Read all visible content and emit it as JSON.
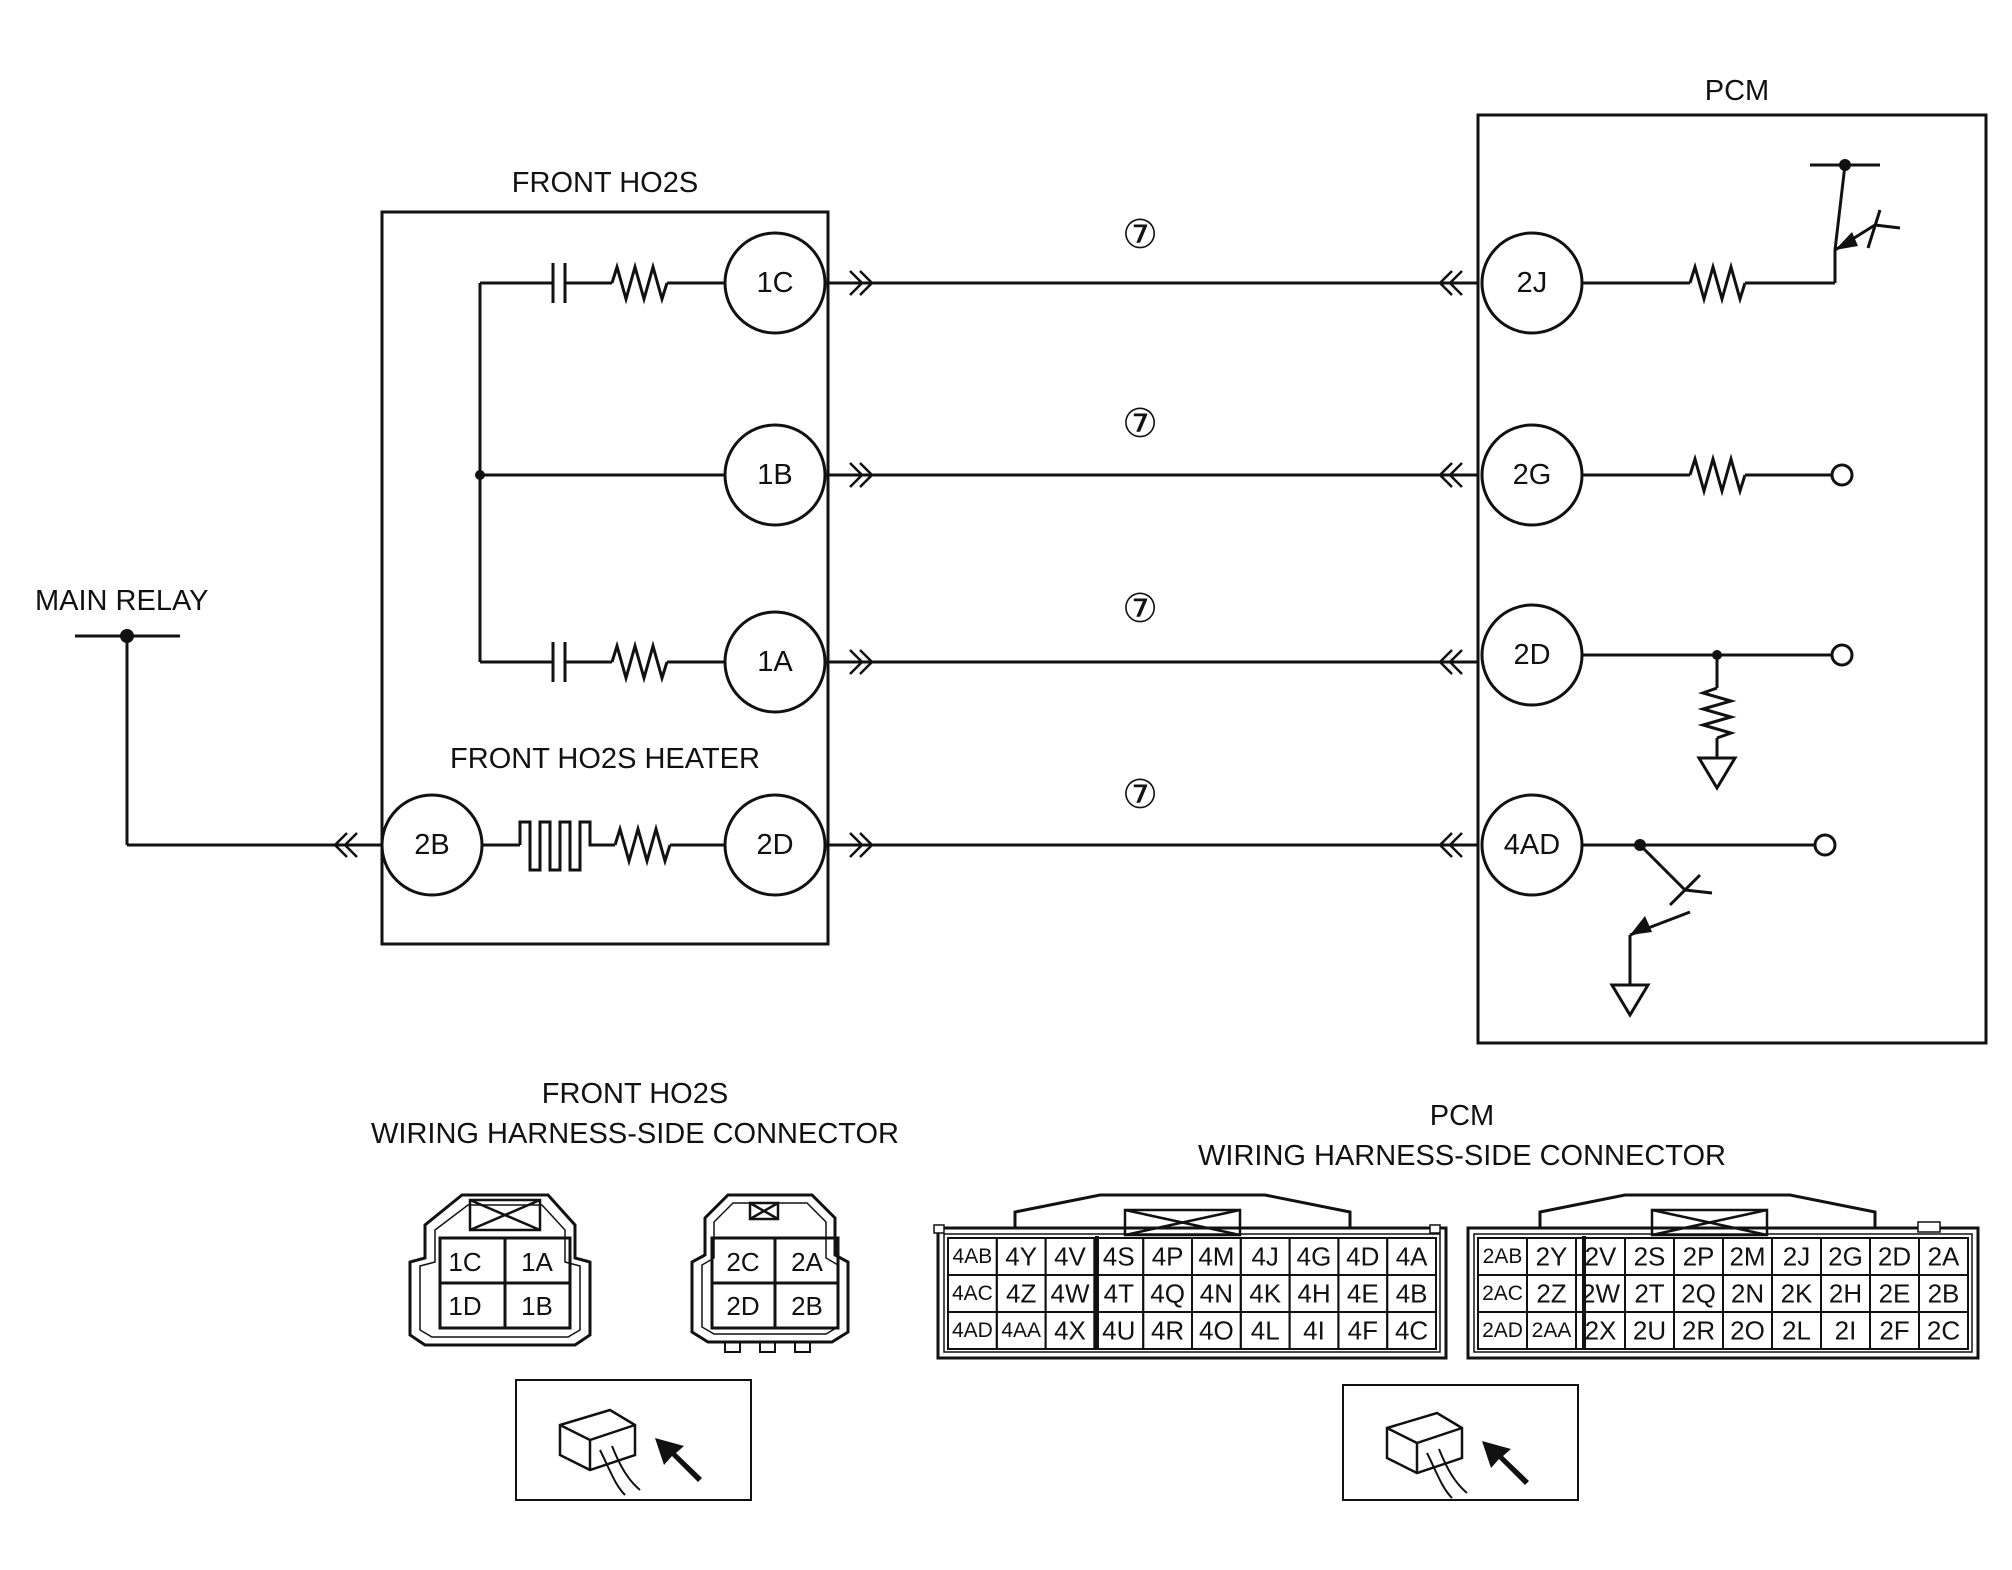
{
  "colors": {
    "ink": "#111111",
    "paper": "#ffffff"
  },
  "labels": {
    "pcm": "PCM",
    "front_ho2s": "FRONT HO2S",
    "main_relay": "MAIN RELAY",
    "front_ho2s_heater": "FRONT HO2S HEATER",
    "front_ho2s_conn_title_1": "FRONT HO2S",
    "front_ho2s_conn_title_2": "WIRING HARNESS-SIDE CONNECTOR",
    "pcm_conn_title_1": "PCM",
    "pcm_conn_title_2": "WIRING HARNESS-SIDE CONNECTOR"
  },
  "wire_marks": [
    "⑦",
    "⑦",
    "⑦",
    "⑦"
  ],
  "sensor_terminals": {
    "t1c": "1C",
    "t1b": "1B",
    "t1a": "1A",
    "t2b": "2B",
    "t2d": "2D"
  },
  "pcm_terminals": {
    "t2j": "2J",
    "t2g": "2G",
    "t2d": "2D",
    "t4ad": "4AD"
  },
  "ho2s_connector_1": [
    [
      "1C",
      "1A"
    ],
    [
      "1D",
      "1B"
    ]
  ],
  "ho2s_connector_2": [
    [
      "2C",
      "2A"
    ],
    [
      "2D",
      "2B"
    ]
  ],
  "pcm_connector_4": [
    [
      "4AB",
      "4Y",
      "4V",
      "4S",
      "4P",
      "4M",
      "4J",
      "4G",
      "4D",
      "4A"
    ],
    [
      "4AC",
      "4Z",
      "4W",
      "4T",
      "4Q",
      "4N",
      "4K",
      "4H",
      "4E",
      "4B"
    ],
    [
      "4AD",
      "4AA",
      "4X",
      "4U",
      "4R",
      "4O",
      "4L",
      "4I",
      "4F",
      "4C"
    ]
  ],
  "pcm_connector_2": [
    [
      "2AB",
      "2Y",
      "2V",
      "2S",
      "2P",
      "2M",
      "2J",
      "2G",
      "2D",
      "2A"
    ],
    [
      "2AC",
      "2Z",
      "2W",
      "2T",
      "2Q",
      "2N",
      "2K",
      "2H",
      "2E",
      "2B"
    ],
    [
      "2AD",
      "2AA",
      "2X",
      "2U",
      "2R",
      "2O",
      "2L",
      "2I",
      "2F",
      "2C"
    ]
  ]
}
